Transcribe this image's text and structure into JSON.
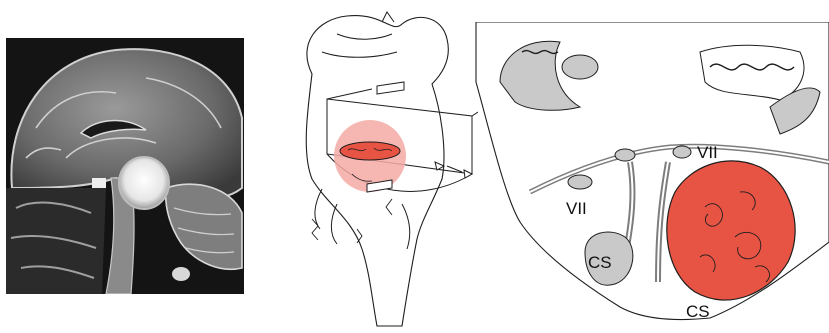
{
  "figure": {
    "labels": {
      "vii_upper": "VII",
      "vii_lower": "VII",
      "cs_left": "CS",
      "cs_bottom": "CS"
    },
    "colors": {
      "tumor": "#e85444",
      "tumor_halo": "#f4aaa6",
      "gray_structure": "#c9c9c9",
      "line": "#1e1e1e"
    }
  }
}
